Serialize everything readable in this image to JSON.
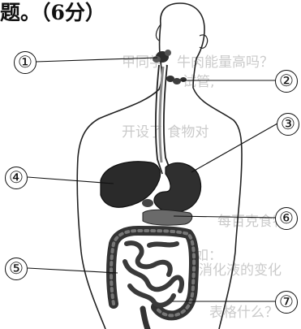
{
  "header": {
    "text": "题。（6分）"
  },
  "labels": [
    "①",
    "②",
    "③",
    "④",
    "⑤",
    "⑥",
    "⑦"
  ],
  "bleed_text": [
    "甲同学：牛肉能量高吗？",
    "试管,",
    "开设了   食物对",
    "每百克食物",
    "如：",
    "消化液的变化",
    "表格什么？"
  ],
  "colors": {
    "ink": "#111111",
    "organ_fill": "#3a3a3a",
    "skin": "#ffffff"
  }
}
